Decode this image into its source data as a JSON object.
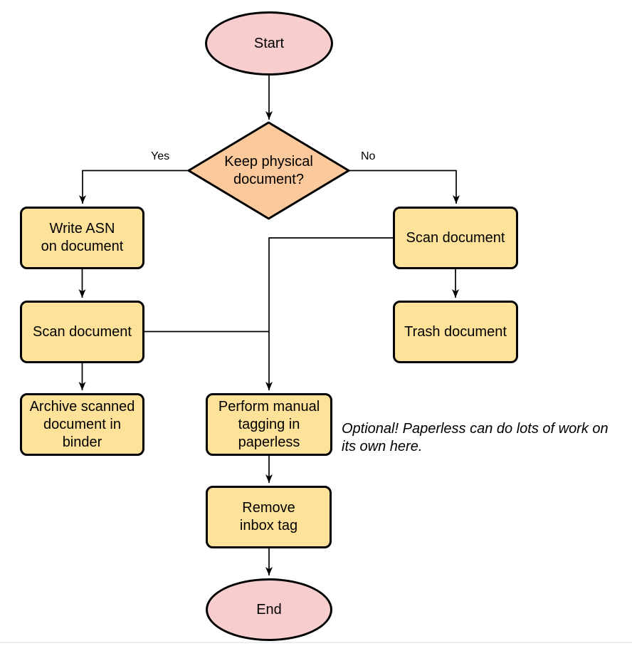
{
  "colors": {
    "terminal-fill": "#F8CDCD",
    "decision-fill": "#FBC99B",
    "process-fill": "#FFE29A",
    "stroke": "#000000",
    "connector": "#000000",
    "bottom-rule": "#ECEFF1"
  },
  "nodes": {
    "start": {
      "label": "Start",
      "type": "terminal"
    },
    "decision": {
      "label": "Keep physical\ndocument?",
      "type": "decision"
    },
    "write_asn": {
      "label": "Write ASN\non document",
      "type": "process"
    },
    "scan_left": {
      "label": "Scan document",
      "type": "process"
    },
    "archive": {
      "label": "Archive scanned\ndocument in\nbinder",
      "type": "process"
    },
    "scan_right": {
      "label": "Scan document",
      "type": "process"
    },
    "trash": {
      "label": "Trash document",
      "type": "process"
    },
    "tagging": {
      "label": "Perform manual\ntagging in\npaperless",
      "type": "process"
    },
    "remove_inbox": {
      "label": "Remove\ninbox tag",
      "type": "process"
    },
    "end": {
      "label": "End",
      "type": "terminal"
    }
  },
  "edge_labels": {
    "yes": "Yes",
    "no": "No"
  },
  "annotation": {
    "text": "Optional! Paperless can do lots of work on\nits own here."
  }
}
